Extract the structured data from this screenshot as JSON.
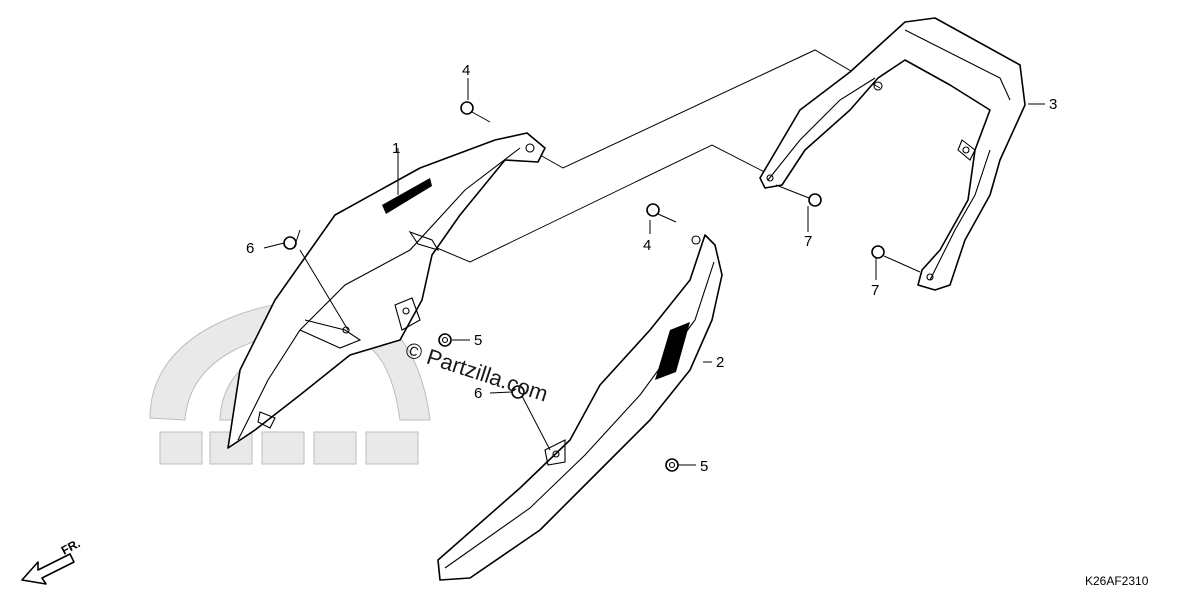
{
  "diagram": {
    "callouts": [
      {
        "id": "c1",
        "label": "1"
      },
      {
        "id": "c2",
        "label": "2"
      },
      {
        "id": "c3",
        "label": "3"
      },
      {
        "id": "c4a",
        "label": "4"
      },
      {
        "id": "c4b",
        "label": "4"
      },
      {
        "id": "c5a",
        "label": "5"
      },
      {
        "id": "c5b",
        "label": "5"
      },
      {
        "id": "c6a",
        "label": "6"
      },
      {
        "id": "c6b",
        "label": "6"
      },
      {
        "id": "c7a",
        "label": "7"
      },
      {
        "id": "c7b",
        "label": "7"
      }
    ],
    "watermark_text": "© Partzilla.com",
    "diagram_code": "K26AF2310",
    "front_arrow_label": "FR."
  }
}
